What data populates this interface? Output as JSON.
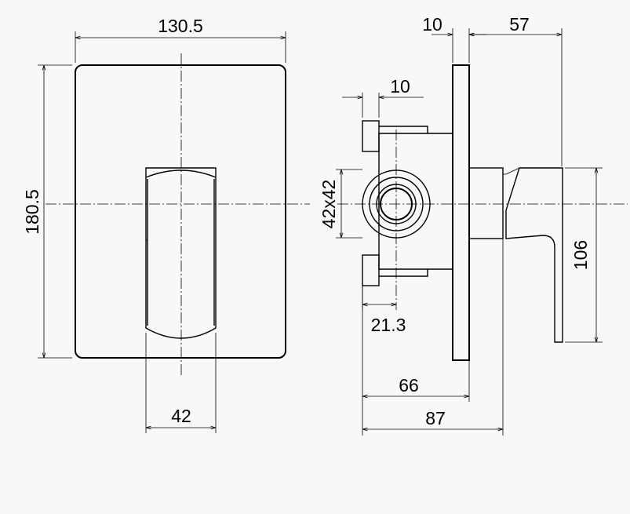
{
  "dimensions": {
    "plate_width": "130.5",
    "plate_height": "180.5",
    "lever_width": "42",
    "plate_thickness": "10",
    "lever_projection": "57",
    "nut_width": "10",
    "body_size": "42x42",
    "inlet_offset": "21.3",
    "body_depth": "66",
    "total_depth": "87",
    "lever_length": "106"
  },
  "colors": {
    "background": "#f6f8fa",
    "line": "#000000"
  }
}
